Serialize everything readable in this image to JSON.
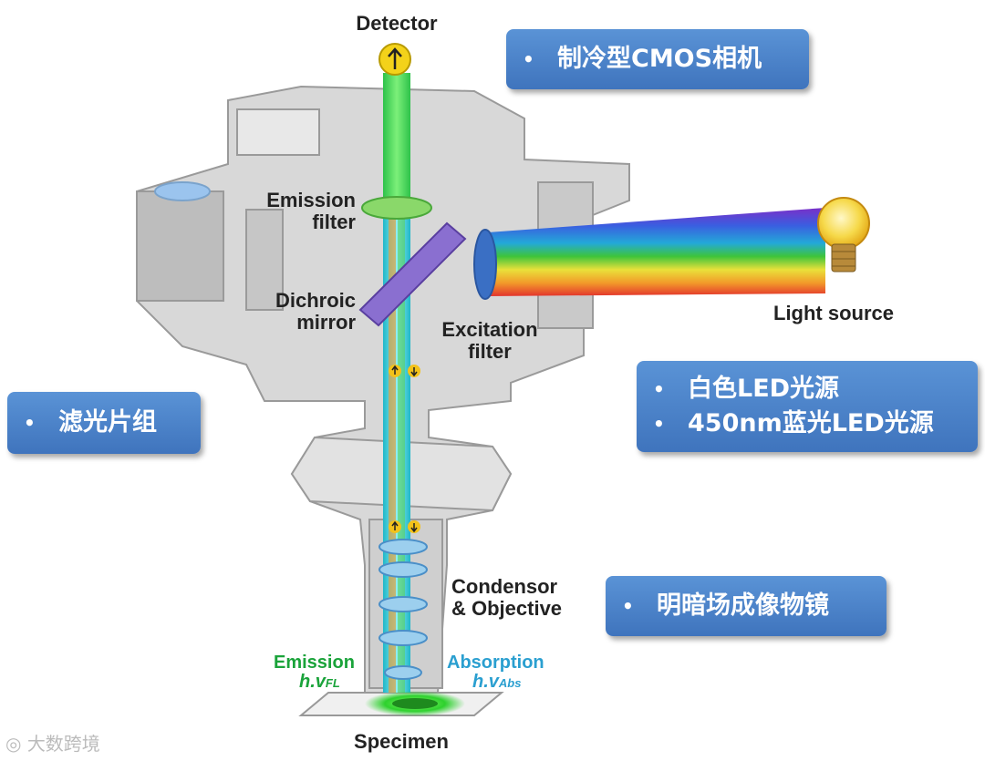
{
  "labels": {
    "detector": "Detector",
    "emission_filter": "Emission\nfilter",
    "dichroic_mirror": "Dichroic\nmirror",
    "excitation_filter": "Excitation\nfilter",
    "light_source": "Light source",
    "condensor_objective": "Condensor\n& Objective",
    "emission": "Emission",
    "emission_formula": "h.v",
    "emission_sub": "FL",
    "absorption": "Absorption",
    "absorption_formula": "h.v",
    "absorption_sub": "Abs",
    "specimen": "Specimen"
  },
  "callouts": {
    "camera": [
      "制冷型CMOS相机"
    ],
    "filters": [
      "滤光片组"
    ],
    "light": [
      "白色LED光源",
      "450nm蓝光LED光源"
    ],
    "objective": [
      "明暗场成像物镜"
    ],
    "bullet": "•"
  },
  "watermark": "大数跨境",
  "colors": {
    "emission_green": "#1aa33a",
    "absorption_blue": "#2a9fd0",
    "callout_blue": "#4a80c8",
    "mirror_purple": "#8a6fd0"
  }
}
